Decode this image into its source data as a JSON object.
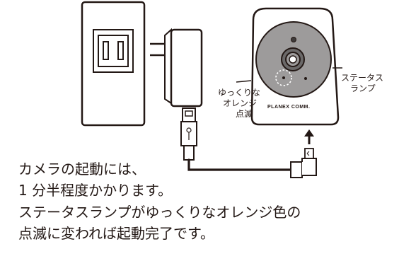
{
  "labels": {
    "status_lamp": [
      "ステータス",
      "ランプ"
    ],
    "slow_orange_blink": [
      "ゆっくりな",
      "オレンジ",
      "点滅"
    ],
    "brand_logo": "PLANEX COMM."
  },
  "instructions": [
    "カメラの起動には、",
    "1 分半程度かかります。",
    "ステータスランプがゆっくりなオレンジ色の",
    "点滅に変われば起動完了です。"
  ],
  "colors": {
    "line": "#231815",
    "wall_fill": "#ffffff",
    "camera_face": "#9d9b9b",
    "camera_body_edge": "#b5b5b6"
  }
}
